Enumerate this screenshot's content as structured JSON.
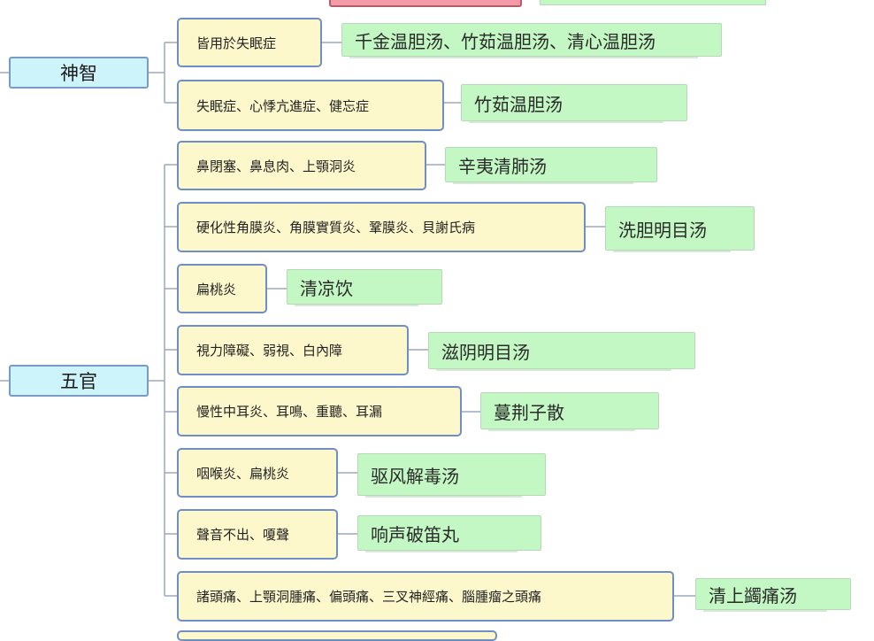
{
  "categories": [
    {
      "id": "shenzhi",
      "label": "神智"
    },
    {
      "id": "wuguan",
      "label": "五官"
    }
  ],
  "rows": [
    {
      "symptom": "皆用於失眠症",
      "formula": "千金温胆汤、竹茹温胆汤、清心温胆汤"
    },
    {
      "symptom": "失眠症、心悸亢進症、健忘症",
      "formula": "竹茹温胆汤"
    },
    {
      "symptom": "鼻閉塞、鼻息肉、上顎洞炎",
      "formula": "辛夷清肺汤"
    },
    {
      "symptom": "硬化性角膜炎、角膜實質炎、鞏膜炎、貝謝氏病",
      "formula": "洗胆明目汤"
    },
    {
      "symptom": "扁桃炎",
      "formula": "清凉饮"
    },
    {
      "symptom": "視力障礙、弱視、白內障",
      "formula": "滋阴明目汤"
    },
    {
      "symptom": "慢性中耳炎、耳鳴、重聽、耳漏",
      "formula": "蔓荆子散"
    },
    {
      "symptom": "咽喉炎、扁桃炎",
      "formula": "驱风解毒汤"
    },
    {
      "symptom": "聲音不出、嗄聲",
      "formula": "响声破笛丸"
    },
    {
      "symptom": "諸頭痛、上顎洞腫痛、偏頭痛、三叉神經痛、腦腫瘤之頭痛",
      "formula": "清上蠲痛汤"
    }
  ],
  "colors": {
    "category_fill": "#cdf3fb",
    "symptom_fill": "#fdf8cc",
    "formula_fill": "#c3f7c3",
    "top_partial_fill": "#f49aa6",
    "border_blue": "#6f8fc4"
  }
}
